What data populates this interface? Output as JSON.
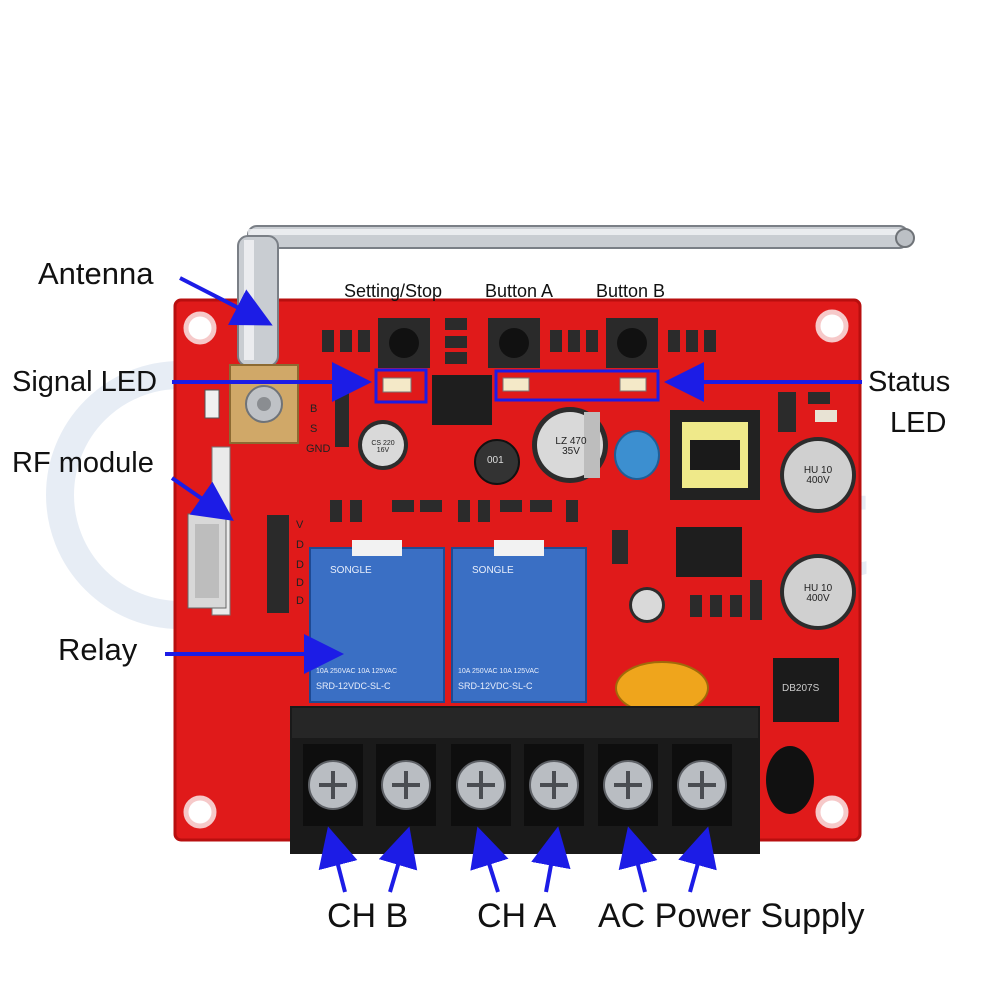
{
  "labels": {
    "antenna": "Antenna",
    "signal_led": "Signal LED",
    "rf_module": "RF module",
    "relay": "Relay",
    "status_line1": "Status",
    "status_line2": "LED",
    "setting_stop": "Setting/Stop",
    "button_a": "Button A",
    "button_b": "Button B",
    "ch_b": "CH B",
    "ch_a": "CH A",
    "ac_power": "AC Power Supply"
  },
  "board_marks": {
    "pin_b": "B",
    "pin_s": "S",
    "pin_gnd": "GND",
    "pin_v": "V",
    "pin_d1": "D",
    "pin_d2": "D",
    "pin_d3": "D",
    "pin_d4": "D",
    "cap1": "LZ 470 35V",
    "cap_small": "CS 220 16V",
    "cap_hu": "HU 10 400V",
    "relay_brand": "SONGLE",
    "relay_model": "SRD-12VDC-SL-C",
    "relay_rating": "10A 250VAC 10A 125VAC",
    "ic_bridge": "DB207S",
    "inductor": "001"
  },
  "colors": {
    "board": "#e01a1a",
    "board_edge": "#b80f0f",
    "arrow": "#1c1ce6",
    "relay": "#3a6fc4",
    "terminal": "#1a1a1a",
    "watermark": "#c9d6e8"
  }
}
